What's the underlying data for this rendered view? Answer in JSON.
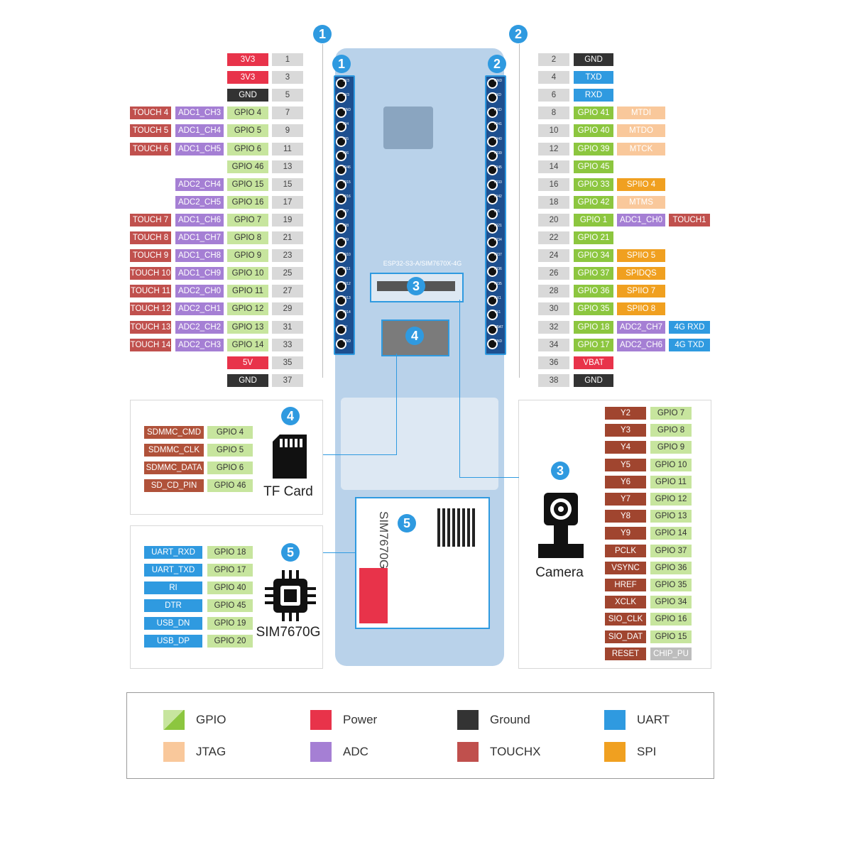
{
  "colors": {
    "gpio": "#8cc63f",
    "gpio_light": "#c7e59e",
    "power": "#e8334a",
    "ground": "#333333",
    "uart": "#2f9ae0",
    "jtag": "#f9c89b",
    "adc": "#a57fd4",
    "touch": "#c0504d",
    "spi": "#f0a020",
    "pin": "#d9d9d9",
    "cam": "#a0452f",
    "sd": "#b0523a",
    "grey": "#bdbdbd"
  },
  "badges": {
    "b1": "1",
    "b2": "2",
    "b3": "3",
    "b4": "4",
    "b5": "5"
  },
  "board_text": "ESP32-S3-A/SIM7670X-4G",
  "left_header": [
    {
      "pin": "1",
      "name": "3V3",
      "type": "power"
    },
    {
      "pin": "3",
      "name": "3V3",
      "type": "power"
    },
    {
      "pin": "5",
      "name": "GND",
      "type": "ground"
    },
    {
      "pin": "7",
      "name": "GPIO 4",
      "adc": "ADC1_CH3",
      "touch": "TOUCH 4"
    },
    {
      "pin": "9",
      "name": "GPIO 5",
      "adc": "ADC1_CH4",
      "touch": "TOUCH 5"
    },
    {
      "pin": "11",
      "name": "GPIO 6",
      "adc": "ADC1_CH5",
      "touch": "TOUCH 6"
    },
    {
      "pin": "13",
      "name": "GPIO 46"
    },
    {
      "pin": "15",
      "name": "GPIO 15",
      "adc": "ADC2_CH4"
    },
    {
      "pin": "17",
      "name": "GPIO 16",
      "adc": "ADC2_CH5"
    },
    {
      "pin": "19",
      "name": "GPIO 7",
      "adc": "ADC1_CH6",
      "touch": "TOUCH 7"
    },
    {
      "pin": "21",
      "name": "GPIO 8",
      "adc": "ADC1_CH7",
      "touch": "TOUCH 8"
    },
    {
      "pin": "23",
      "name": "GPIO 9",
      "adc": "ADC1_CH8",
      "touch": "TOUCH 9"
    },
    {
      "pin": "25",
      "name": "GPIO 10",
      "adc": "ADC1_CH9",
      "touch": "TOUCH 10"
    },
    {
      "pin": "27",
      "name": "GPIO 11",
      "adc": "ADC2_CH0",
      "touch": "TOUCH 11"
    },
    {
      "pin": "29",
      "name": "GPIO 12",
      "adc": "ADC2_CH1",
      "touch": "TOUCH 12"
    },
    {
      "pin": "31",
      "name": "GPIO 13",
      "adc": "ADC2_CH2",
      "touch": "TOUCH 13"
    },
    {
      "pin": "33",
      "name": "GPIO 14",
      "adc": "ADC2_CH3",
      "touch": "TOUCH 14"
    },
    {
      "pin": "35",
      "name": "5V",
      "type": "power"
    },
    {
      "pin": "37",
      "name": "GND",
      "type": "ground"
    }
  ],
  "right_header": [
    {
      "pin": "2",
      "name": "GND",
      "type": "ground"
    },
    {
      "pin": "4",
      "name": "TXD",
      "type": "uart"
    },
    {
      "pin": "6",
      "name": "RXD",
      "type": "uart"
    },
    {
      "pin": "8",
      "name": "GPIO 41",
      "extra": "MTDI",
      "extra_type": "jtag"
    },
    {
      "pin": "10",
      "name": "GPIO 40",
      "extra": "MTDO",
      "extra_type": "jtag"
    },
    {
      "pin": "12",
      "name": "GPIO 39",
      "extra": "MTCK",
      "extra_type": "jtag"
    },
    {
      "pin": "14",
      "name": "GPIO 45"
    },
    {
      "pin": "16",
      "name": "GPIO 33",
      "extra": "SPIIO 4",
      "extra_type": "spi"
    },
    {
      "pin": "18",
      "name": "GPIO 42",
      "extra": "MTMS",
      "extra_type": "jtag"
    },
    {
      "pin": "20",
      "name": "GPIO 1",
      "extra": "ADC1_CH0",
      "extra_type": "adc",
      "extra2": "TOUCH1",
      "extra2_type": "touch"
    },
    {
      "pin": "22",
      "name": "GPIO 21"
    },
    {
      "pin": "24",
      "name": "GPIO 34",
      "extra": "SPIIO 5",
      "extra_type": "spi"
    },
    {
      "pin": "26",
      "name": "GPIO 37",
      "extra": "SPIDQS",
      "extra_type": "spi"
    },
    {
      "pin": "28",
      "name": "GPIO 36",
      "extra": "SPIIO 7",
      "extra_type": "spi"
    },
    {
      "pin": "30",
      "name": "GPIO 35",
      "extra": "SPIIO 8",
      "extra_type": "spi"
    },
    {
      "pin": "32",
      "name": "GPIO 18",
      "extra": "ADC2_CH7",
      "extra_type": "adc",
      "extra2": "4G RXD",
      "extra2_type": "uart"
    },
    {
      "pin": "34",
      "name": "GPIO 17",
      "extra": "ADC2_CH6",
      "extra_type": "adc",
      "extra2": "4G TXD",
      "extra2_type": "uart"
    },
    {
      "pin": "36",
      "name": "VBAT",
      "type": "power"
    },
    {
      "pin": "38",
      "name": "GND",
      "type": "ground"
    }
  ],
  "silk_left": [
    "3V3",
    "3V3",
    "GND",
    "IO4",
    "IO5",
    "IO6",
    "IO46",
    "IO15",
    "IO16",
    "IO7",
    "IO8",
    "IO9",
    "IO10",
    "IO11",
    "IO12",
    "IO13",
    "IO14",
    "5V",
    "GND"
  ],
  "silk_right": [
    "GND",
    "TXD",
    "RXD",
    "IO41",
    "IO40",
    "IO39",
    "IO45",
    "IO33",
    "IO42",
    "IO1",
    "IO21",
    "IO34",
    "IO37",
    "IO36",
    "IO35",
    "RX1",
    "TX1",
    "VBAT",
    "GND"
  ],
  "tf_card": {
    "caption": "TF Card",
    "rows": [
      {
        "func": "SDMMC_CMD",
        "gpio": "GPIO 4"
      },
      {
        "func": "SDMMC_CLK",
        "gpio": "GPIO 5"
      },
      {
        "func": "SDMMC_DATA",
        "gpio": "GPIO 6"
      },
      {
        "func": "SD_CD_PIN",
        "gpio": "GPIO 46"
      }
    ]
  },
  "sim": {
    "caption": "SIM7670G",
    "rows": [
      {
        "func": "UART_RXD",
        "gpio": "GPIO 18"
      },
      {
        "func": "UART_TXD",
        "gpio": "GPIO 17"
      },
      {
        "func": "RI",
        "gpio": "GPIO 40"
      },
      {
        "func": "DTR",
        "gpio": "GPIO 45"
      },
      {
        "func": "USB_DN",
        "gpio": "GPIO 19"
      },
      {
        "func": "USB_DP",
        "gpio": "GPIO 20"
      }
    ],
    "module_text": "SIM7670G"
  },
  "camera": {
    "caption": "Camera",
    "rows": [
      {
        "func": "Y2",
        "gpio": "GPIO 7"
      },
      {
        "func": "Y3",
        "gpio": "GPIO 8"
      },
      {
        "func": "Y4",
        "gpio": "GPIO 9"
      },
      {
        "func": "Y5",
        "gpio": "GPIO 10"
      },
      {
        "func": "Y6",
        "gpio": "GPIO 11"
      },
      {
        "func": "Y7",
        "gpio": "GPIO 12"
      },
      {
        "func": "Y8",
        "gpio": "GPIO 13"
      },
      {
        "func": "Y9",
        "gpio": "GPIO 14"
      },
      {
        "func": "PCLK",
        "gpio": "GPIO 37"
      },
      {
        "func": "VSYNC",
        "gpio": "GPIO 36"
      },
      {
        "func": "HREF",
        "gpio": "GPIO 35"
      },
      {
        "func": "XCLK",
        "gpio": "GPIO 34"
      },
      {
        "func": "SIO_CLK",
        "gpio": "GPIO 16"
      },
      {
        "func": "SIO_DAT",
        "gpio": "GPIO 15"
      },
      {
        "func": "RESET",
        "gpio": "CHIP_PU",
        "gpio_type": "grey"
      }
    ]
  },
  "legend": [
    {
      "label": "GPIO",
      "type": "gpio"
    },
    {
      "label": "Power",
      "type": "power"
    },
    {
      "label": "Ground",
      "type": "ground"
    },
    {
      "label": "UART",
      "type": "uart"
    },
    {
      "label": "JTAG",
      "type": "jtag"
    },
    {
      "label": "ADC",
      "type": "adc"
    },
    {
      "label": "TOUCHX",
      "type": "touch"
    },
    {
      "label": "SPI",
      "type": "spi"
    }
  ]
}
